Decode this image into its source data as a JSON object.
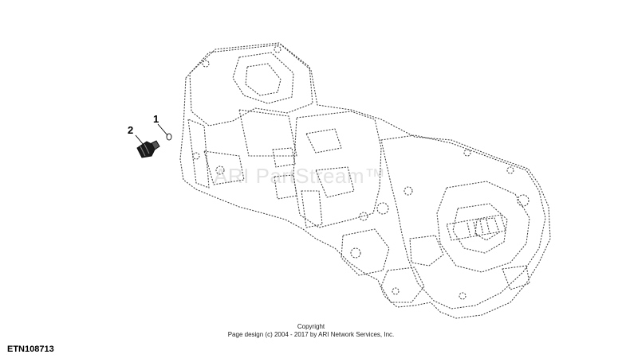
{
  "callouts": {
    "part_1": "1",
    "part_2": "2"
  },
  "watermark": "ARI PartStream™",
  "footer": {
    "copyright_title": "Copyright",
    "copyright_line": "Page design (c) 2004 - 2017 by ARI Network Services, Inc."
  },
  "diagram_id": "ETN108713",
  "colors": {
    "line": "#444444",
    "background": "#ffffff"
  }
}
